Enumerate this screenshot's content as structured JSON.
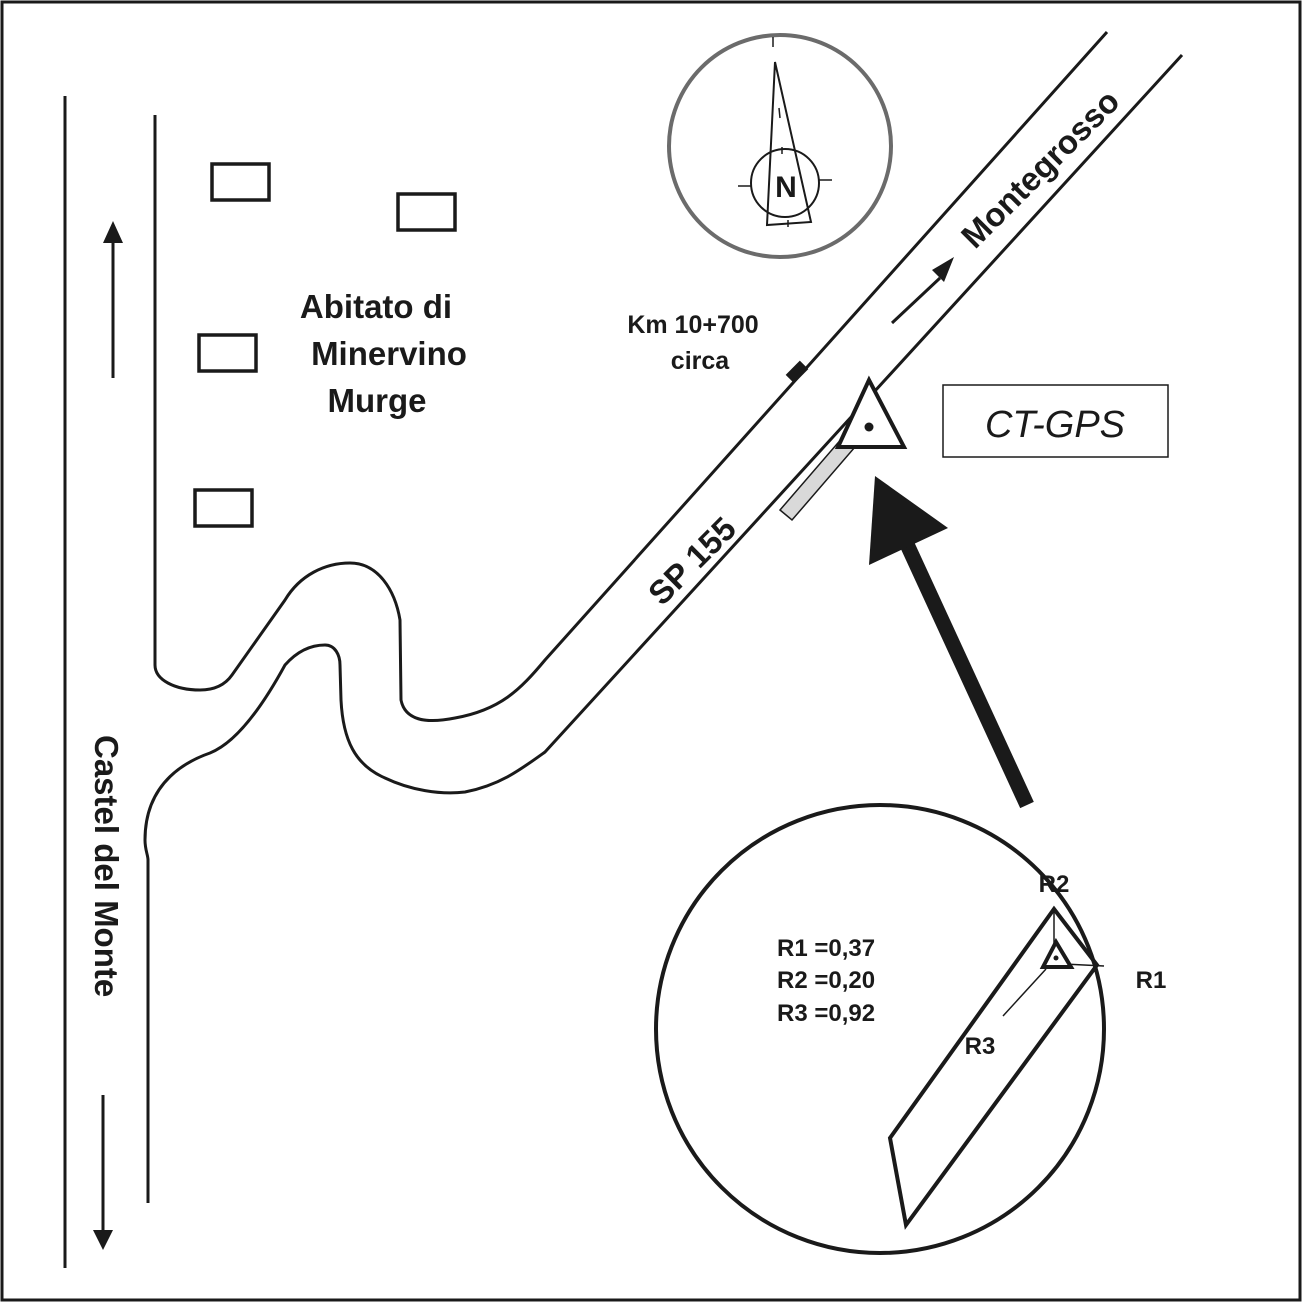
{
  "map": {
    "town_label": {
      "line1": "Abitato di",
      "line2": "Minervino",
      "line3": "Murge"
    },
    "road_label": "SP 155",
    "destination_ne": "Montegrosso",
    "destination_s": "Castel del Monte",
    "km_marker": {
      "line1": "Km 10+700",
      "line2": "circa"
    },
    "station_label": "CT-GPS",
    "north_label": "N",
    "inset": {
      "vertex_labels": [
        "R2",
        "R1",
        "R3"
      ],
      "measurements": [
        {
          "label": "R1",
          "value": "0,37",
          "text": "R1 =0,37"
        },
        {
          "label": "R2",
          "value": "0,20",
          "text": "R2 =0,20"
        },
        {
          "label": "R3",
          "value": "0,92",
          "text": "R3 =0,92"
        }
      ]
    },
    "colors": {
      "ink": "#1a1a1a",
      "compass_ring": "#6b6b6b",
      "platform_fill": "#d9d9d9"
    }
  }
}
